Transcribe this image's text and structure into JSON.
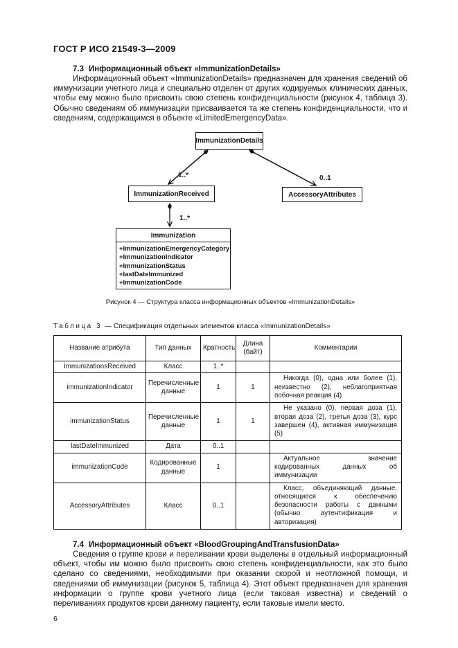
{
  "page": {
    "running_head": "ГОСТ Р ИСО 21549-3—2009",
    "page_number": "6"
  },
  "section_73": {
    "number": "7.3",
    "title": "Информационный объект «ImmunizationDetails»",
    "body": "Информационный объект «ImmunizationDetails» предназначен для хранения сведений об иммунизации учетного лица и специально отделен от других кодируемых клинических данных, чтобы ему можно было присвоить свою степень конфиденциальности (рисунок 4, таблица 3). Обычно сведениям об иммунизации присваивается та же степень конфиденциальности, что и сведениям, содержащимся в объекте «LimitedEmergencyData»."
  },
  "diagram": {
    "nodes": {
      "immunization_details": "ImmunizationDetails",
      "immunization_received": "ImmunizationReceived",
      "accessory_attributes": "AccessoryAttributes",
      "immunization": "Immunization"
    },
    "immunization_attributes": [
      "+ImmunizationEmergencyCategory",
      "+ImmunizationIndicator",
      "+ImmunizationStatus",
      "+lastDateImmunized",
      "+ImmunizationCode"
    ],
    "multiplicities": {
      "received": "1..*",
      "accessory": "0..1",
      "immunization": "1..*"
    },
    "caption": "Рисунок 4 — Структура класса информационных объектов «ImmunizationDetails»"
  },
  "table": {
    "caption_label": "Таблица 3",
    "caption_text": "— Спецификация отдельных элементов класса «ImmunizationDetails»",
    "headers": [
      "Название атрибута",
      "Тип данных",
      "Кратность",
      "Длина (байт)",
      "Комментарии"
    ],
    "rows": [
      {
        "attribute": "ImmunizationsReceived",
        "type": "Класс",
        "multiplicity": "1..*",
        "length": "",
        "comment": ""
      },
      {
        "attribute": "immunizationIndicator",
        "type": "Перечисленные данные",
        "multiplicity": "1",
        "length": "1",
        "comment": "Никогда (0), одна или более (1), неизвестно (2), неблагоприятная побочная реакция (4)"
      },
      {
        "attribute": "immunizationStatus",
        "type": "Перечисленные данные",
        "multiplicity": "1",
        "length": "1",
        "comment": "Не указано (0), первая доза (1), вторая доза (2), третья доза (3), курс завершен (4), активная иммунизация (5)"
      },
      {
        "attribute": "lastDateImmunized",
        "type": "Дата",
        "multiplicity": "0..1",
        "length": "",
        "comment": ""
      },
      {
        "attribute": "immunizationCode",
        "type": "Кодированные данные",
        "multiplicity": "1",
        "length": "",
        "comment": "Актуальное значение кодированных данных об иммунизации"
      },
      {
        "attribute": "AccessoryAttributes",
        "type": "Класс",
        "multiplicity": "0..1",
        "length": "",
        "comment": "Класс, объединяющий данные, относящиеся к обеспечению безопасности работы с данными (обычно аутентификация и авторизация)"
      }
    ]
  },
  "section_74": {
    "number": "7.4",
    "title": "Информационный объект «BloodGroupingAndTransfusionData»",
    "body": "Сведения о группе крови и переливании крови выделены в отдельный информационный объект, чтобы им можно было присвоить свою степень конфиденциальности, как это было сделано со сведениями, необходимыми при оказании скорой и неотложной помощи, и сведениями об иммунизации (рисунок 5, таблица 4). Этот объект предназначен для хранения информации о группе крови учетного лица (если таковая известна) и сведений о переливаниях продуктов крови данному пациенту, если таковые имели место."
  }
}
